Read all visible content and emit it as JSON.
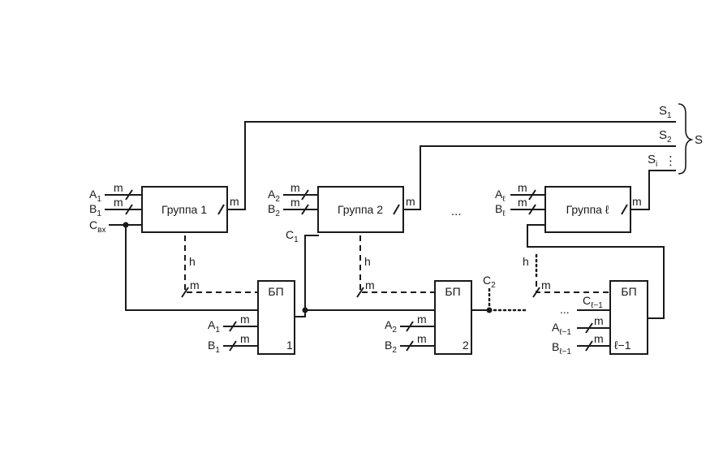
{
  "blocks": {
    "group1": "Группа 1",
    "group2": "Группа 2",
    "group_l": "Группа ℓ",
    "bp": "БП",
    "bp1_num": "1",
    "bp2_num": "2",
    "bpl_num": "ℓ−1"
  },
  "labels": {
    "bus_width": "m",
    "carry_width": "h",
    "ellipsis": "...",
    "A": "A",
    "B": "B",
    "C": "C",
    "S": "S",
    "sub_1": "1",
    "sub_2": "2",
    "sub_l": "ℓ",
    "sub_in": "вх",
    "sub_i": "i",
    "sub_l_minus_1": "ℓ−1",
    "vdots": "⋮"
  }
}
